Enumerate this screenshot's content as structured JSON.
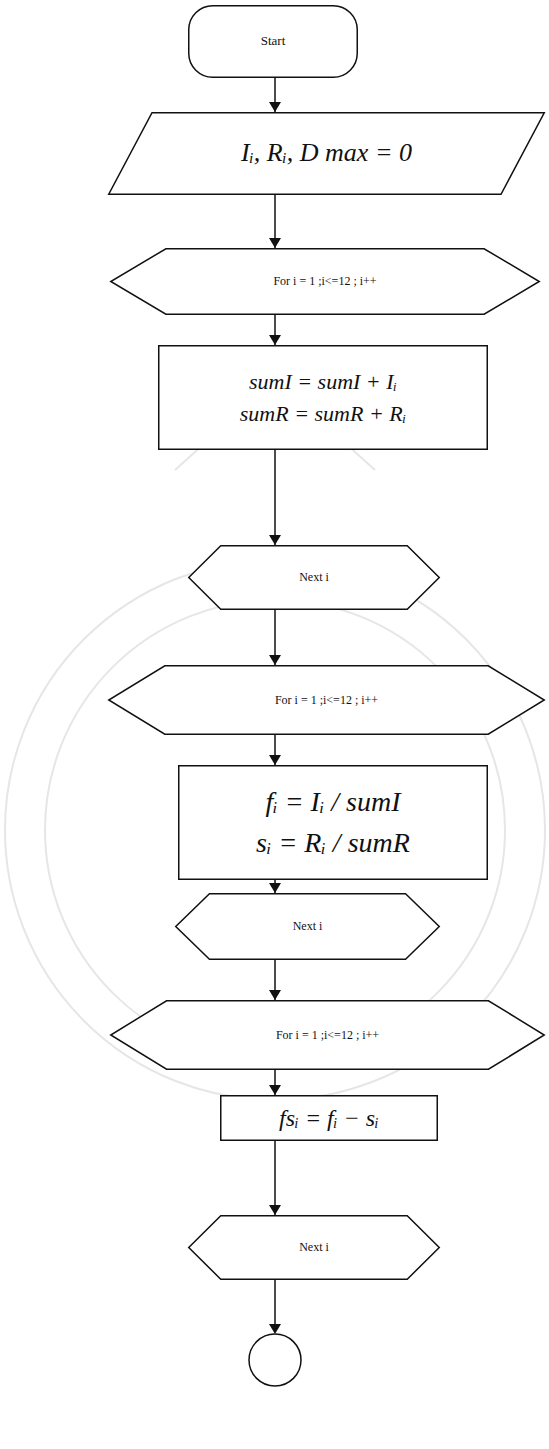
{
  "diagram": {
    "nodes": [
      {
        "text": [
          "Start"
        ]
      },
      {
        "text": [
          "Iᵢ, Rᵢ, D max = 0"
        ]
      },
      {
        "text": [
          "For i = 1 ;i<=12 ; i++"
        ]
      },
      {
        "text": [
          "sumI = sumI + Iᵢ",
          "sumR = sumR + Rᵢ"
        ]
      },
      {
        "text": [
          "Next i"
        ]
      },
      {
        "text": [
          "For i = 1 ;i<=12 ; i++"
        ]
      },
      {
        "text": [
          "fᵢ = Iᵢ / sumI",
          "sᵢ = Rᵢ / sumR"
        ]
      },
      {
        "text": [
          "Next i"
        ]
      },
      {
        "text": [
          "For i = 1 ;i<=12 ; i++"
        ]
      },
      {
        "text": [
          "fsᵢ = fᵢ − sᵢ"
        ]
      },
      {
        "text": [
          "Next i"
        ]
      }
    ],
    "edges": [
      {
        "from": 0,
        "to": 1,
        "arrow": "to"
      },
      {
        "from": 1,
        "to": 2,
        "arrow": "to"
      },
      {
        "from": 2,
        "to": 3,
        "arrow": "to"
      },
      {
        "from": 3,
        "to": 4,
        "arrow": "to"
      },
      {
        "from": 4,
        "to": 5,
        "arrow": "to"
      },
      {
        "from": 5,
        "to": 6,
        "arrow": "to"
      },
      {
        "from": 6,
        "to": 7,
        "arrow": "to"
      },
      {
        "from": 7,
        "to": 8,
        "arrow": "to"
      },
      {
        "from": 8,
        "to": 9,
        "arrow": "to"
      },
      {
        "from": 9,
        "to": 10,
        "arrow": "to"
      }
    ]
  }
}
